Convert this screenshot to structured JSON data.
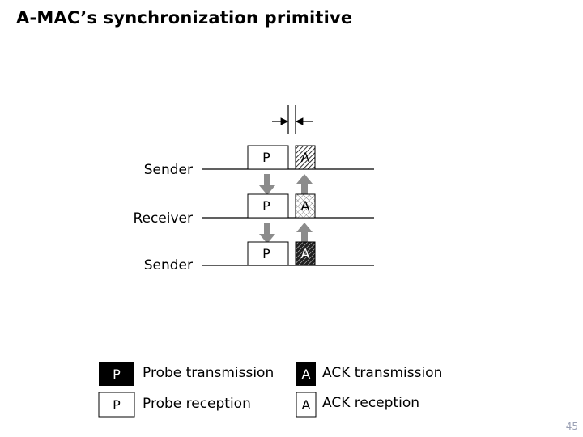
{
  "title": "A-MAC’s synchronization primitive",
  "rows": [
    {
      "label": "Sender"
    },
    {
      "label": "Receiver"
    },
    {
      "label": "Sender"
    }
  ],
  "packet_labels": {
    "probe": "P",
    "ack": "A"
  },
  "legend": {
    "probe_tx": {
      "glyph": "P",
      "text": "Probe transmission"
    },
    "probe_rx": {
      "glyph": "P",
      "text": "Probe reception"
    },
    "ack_tx": {
      "glyph": "A",
      "text": "ACK transmission"
    },
    "ack_rx": {
      "glyph": "A",
      "text": "ACK reception"
    }
  },
  "page_number": "45",
  "colors": {
    "black": "#000000",
    "arrow_gray": "#8c8c8c",
    "page_number": "#9aa0b4"
  }
}
